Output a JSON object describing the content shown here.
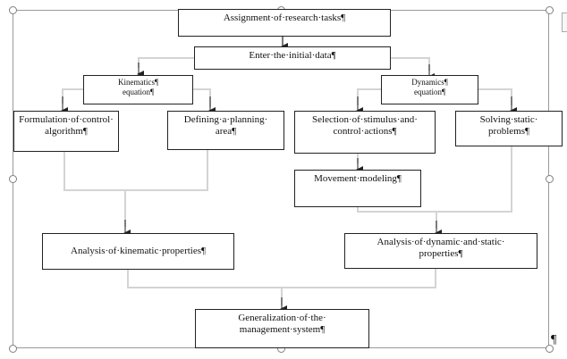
{
  "nodes": {
    "assignment": "Assignment·of·research·tasks¶",
    "enter_data": "Enter·the·initial·data¶",
    "kinematics_eq_line1": "Kinematics¶",
    "kinematics_eq_line2": "equation¶",
    "dynamics_eq_line1": "Dynamics¶",
    "dynamics_eq_line2": "equation¶",
    "formulation_line1": "Formulation·of·control·",
    "formulation_line2": "algorithm¶",
    "planning_line1": "Defining·a·planning·",
    "planning_line2": "area¶",
    "stimulus_line1": "Selection·of·stimulus·and·",
    "stimulus_line2": "control·actions¶",
    "static_line1": "Solving·static·",
    "static_line2": "problems¶",
    "movement": "Movement·modeling¶",
    "kinematic_analysis": "Analysis·of·kinematic·properties¶",
    "dynamic_analysis_line1": "Analysis·of·dynamic·and·static·",
    "dynamic_analysis_line2": "properties¶",
    "generalization_line1": "Generalization·of·the·",
    "generalization_line2": "management·system¶"
  },
  "end_mark": "¶"
}
